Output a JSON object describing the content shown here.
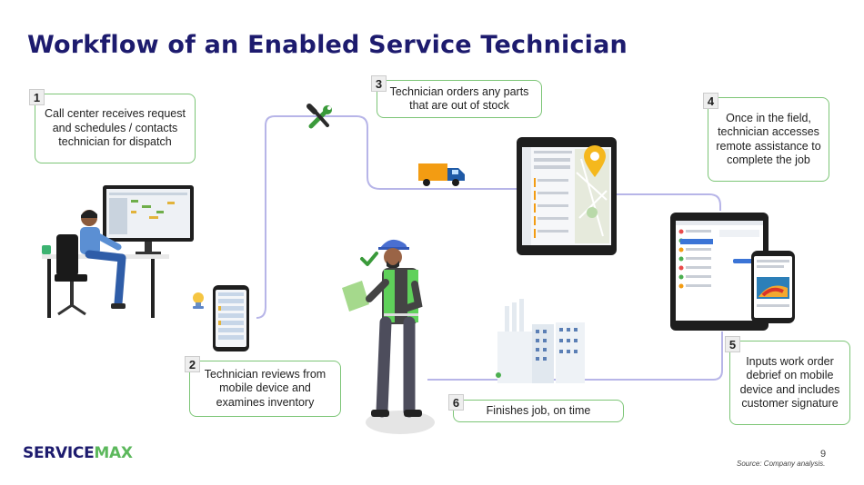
{
  "title": "Workflow of an Enabled Service Technician",
  "steps": [
    {
      "num": "1",
      "text": "Call center receives request and schedules / contacts technician for dispatch"
    },
    {
      "num": "2",
      "text": "Technician reviews from mobile device and examines inventory"
    },
    {
      "num": "3",
      "text": "Technician orders any parts that are out of stock"
    },
    {
      "num": "4",
      "text": "Once in the field, technician accesses remote assistance to complete the job"
    },
    {
      "num": "5",
      "text": "Inputs work order debrief on mobile device and includes customer signature"
    },
    {
      "num": "6",
      "text": "Finishes job, on time"
    }
  ],
  "logo": {
    "part1": "SERVICE",
    "part2": "MAX"
  },
  "page_number": "9",
  "source": "Source: Company analysis.",
  "colors": {
    "title": "#1d1b6e",
    "accent_green": "#7cc576",
    "connector": "#b7b5e8",
    "logo_green": "#5cb85c"
  },
  "icons": [
    "wrench-screwdriver-icon",
    "delivery-truck-icon",
    "map-pin-icon",
    "lightbulb-icon",
    "checkmark-icon"
  ]
}
